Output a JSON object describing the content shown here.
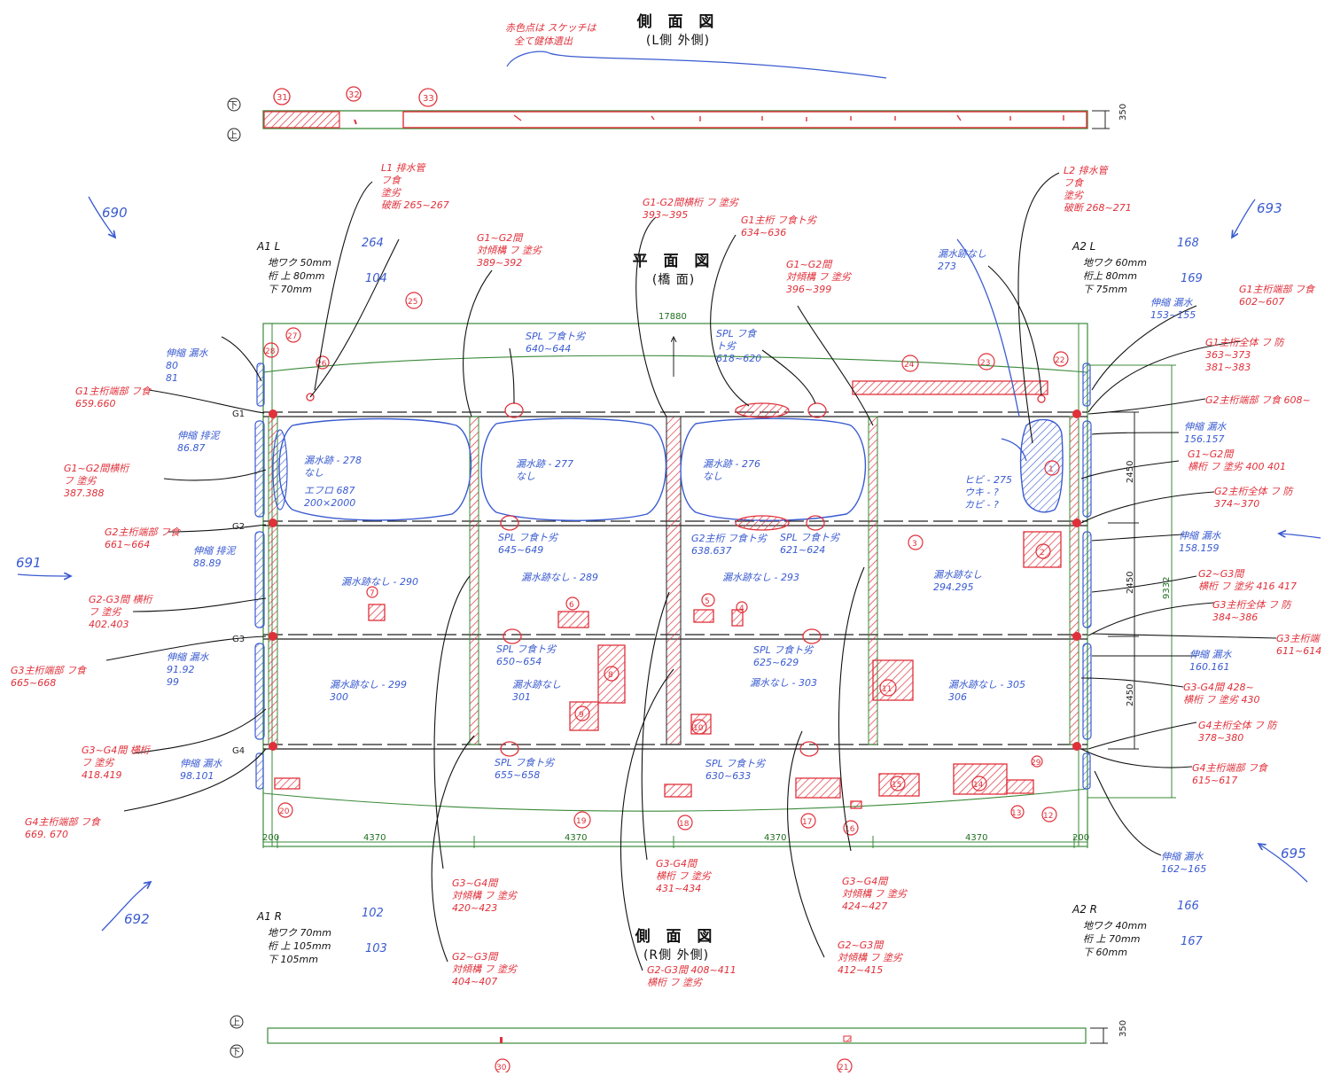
{
  "titles": {
    "side_l_main": "側 面 図",
    "side_l_sub": "(L側 外側)",
    "plan_main": "平 面 図",
    "plan_sub": "(橋 面)",
    "side_r_main": "側 面 図",
    "side_r_sub": "(R側 外側)"
  },
  "top_note": "赤色点は スケッチは\n全て健体遺出",
  "girders": [
    "G1",
    "G2",
    "G3",
    "G4"
  ],
  "dims": {
    "total_length": "17880",
    "spans": [
      "4370",
      "4370",
      "4370",
      "4370"
    ],
    "end_left": "200",
    "end_right": "200",
    "bay_widths": [
      "2450",
      "2450",
      "2450"
    ],
    "total_width": "9332",
    "side_height": "350"
  },
  "side_markers": {
    "lower": "下",
    "upper": "上"
  },
  "abutments": {
    "a1l": {
      "title": "A1 L",
      "lines": [
        "地ワク 50mm",
        "桁 上 80mm",
        "下 70mm"
      ],
      "nums": [
        "264",
        "104"
      ]
    },
    "a2l": {
      "title": "A2 L",
      "lines": [
        "地ワク 60mm",
        "桁上 80mm",
        "下 75mm"
      ],
      "nums": [
        "168",
        "169"
      ]
    },
    "a1r": {
      "title": "A1 R",
      "lines": [
        "地ワク 70mm",
        "桁 上 105mm",
        "下 105mm"
      ],
      "nums": [
        "102",
        "103"
      ]
    },
    "a2r": {
      "title": "A2 R",
      "lines": [
        "地ワク 40mm",
        "桁 上 70mm",
        "下 60mm"
      ],
      "nums": [
        "166",
        "167"
      ]
    }
  },
  "photos": {
    "p690": "690",
    "p693": "693",
    "p691": "691",
    "p692": "692",
    "p695": "695"
  },
  "red_notes": [
    {
      "text": "L1 排水管\nフ食\n塗劣\n破断 265~267"
    },
    {
      "text": "L2 排水管\nフ食\n塗劣\n破断 268~271"
    },
    {
      "text": "G1~G2間\n対傾構 フ 塗劣\n389~392"
    },
    {
      "text": "G1-G2間横桁 フ 塗劣\n393~395"
    },
    {
      "text": "G1主桁 フ食ト劣\n634~636"
    },
    {
      "text": "G1~G2間\n対傾構 フ 塗劣\n396~399"
    },
    {
      "text": "G1主桁端部 フ食\n659.660"
    },
    {
      "text": "G1~G2間横桁\nフ 塗劣\n387.388"
    },
    {
      "text": "G2主桁端部 フ食\n661~664"
    },
    {
      "text": "G2-G3間 横桁\nフ 塗劣\n402.403"
    },
    {
      "text": "G3主桁端部 フ食\n665~668"
    },
    {
      "text": "G3~G4間 横桁\nフ 塗劣\n418.419"
    },
    {
      "text": "G4主桁端部 フ食\n669. 670"
    },
    {
      "text": "G1主桁端部 フ食\n602~607"
    },
    {
      "text": "G1主桁全体 フ 防\n363~373\n381~383"
    },
    {
      "text": "G2主桁端部 フ食 608~"
    },
    {
      "text": "G1~G2間\n横桁 フ 塗劣 400 401"
    },
    {
      "text": "G2主桁全体 フ 防\n374~370"
    },
    {
      "text": "G2~G3間\n横桁 フ 塗劣 416 417"
    },
    {
      "text": "G3主桁全体 フ 防\n384~386"
    },
    {
      "text": "G3主桁端\n611~614"
    },
    {
      "text": "G3-G4間 428~\n横桁 フ 塗劣 430"
    },
    {
      "text": "G4主桁全体 フ 防\n378~380"
    },
    {
      "text": "G4主桁端部 フ食\n615~617"
    },
    {
      "text": "G3~G4間\n対傾構 フ 塗劣\n420~423"
    },
    {
      "text": "G3-G4間\n横桁 フ 塗劣\n431~434"
    },
    {
      "text": "G3~G4間\n対傾構 フ 塗劣\n424~427"
    },
    {
      "text": "G2~G3間\n対傾構 フ 塗劣\n404~407"
    },
    {
      "text": "G2-G3間 408~411\n横桁 フ 塗劣"
    },
    {
      "text": "G2~G3間\n対傾構 フ 塗劣\n412~415"
    }
  ],
  "blue_notes": [
    {
      "text": "伸縮 漏水\n80\n81"
    },
    {
      "text": "伸縮 排泥\n86.87"
    },
    {
      "text": "伸縮 排泥\n88.89"
    },
    {
      "text": "伸縮 漏水\n91.92\n99"
    },
    {
      "text": "伸縮 漏水\n98.101"
    },
    {
      "text": "漏水跡なし\n273"
    },
    {
      "text": "伸縮 漏水\n153~155"
    },
    {
      "text": "伸縮 漏水\n156.157"
    },
    {
      "text": "伸縮 漏水\n158.159"
    },
    {
      "text": "伸縮 漏水\n160.161"
    },
    {
      "text": "伸縮 漏水\n162~165"
    },
    {
      "text": "漏水跡 - 278\nなし"
    },
    {
      "text": "エフロ 687\n200×2000"
    },
    {
      "text": "漏水跡 - 277\nなし"
    },
    {
      "text": "漏水跡 - 276\nなし"
    },
    {
      "text": "SPL フ食ト劣\n640~644"
    },
    {
      "text": "SPL フ食\nト劣\n618~620"
    },
    {
      "text": "SPL フ食ト劣\n645~649"
    },
    {
      "text": "G2主桁 フ食ト劣\n638.637"
    },
    {
      "text": "SPL フ食ト劣\n621~624"
    },
    {
      "text": "漏水跡なし - 290"
    },
    {
      "text": "漏水跡なし - 289"
    },
    {
      "text": "漏水跡なし - 293"
    },
    {
      "text": "漏水跡なし\n294.295"
    },
    {
      "text": "SPL フ食ト劣\n650~654"
    },
    {
      "text": "SPL フ食ト劣\n625~629"
    },
    {
      "text": "漏水跡なし - 299\n300"
    },
    {
      "text": "漏水跡なし\n301"
    },
    {
      "text": "漏水なし - 303"
    },
    {
      "text": "漏水跡なし - 305\n306"
    },
    {
      "text": "SPL フ食ト劣\n655~658"
    },
    {
      "text": "SPL フ食ト劣\n630~633"
    },
    {
      "text": "ヒビ - 275\nウキ - ?\nカビ - ?"
    }
  ],
  "circle_numbers": [
    "1",
    "2",
    "3",
    "4",
    "5",
    "6",
    "7",
    "8",
    "9",
    "10",
    "11",
    "12",
    "13",
    "14",
    "15",
    "16",
    "17",
    "18",
    "19",
    "20",
    "21",
    "22",
    "23",
    "24",
    "25",
    "26",
    "27",
    "28",
    "29",
    "30",
    "31",
    "32",
    "33"
  ]
}
